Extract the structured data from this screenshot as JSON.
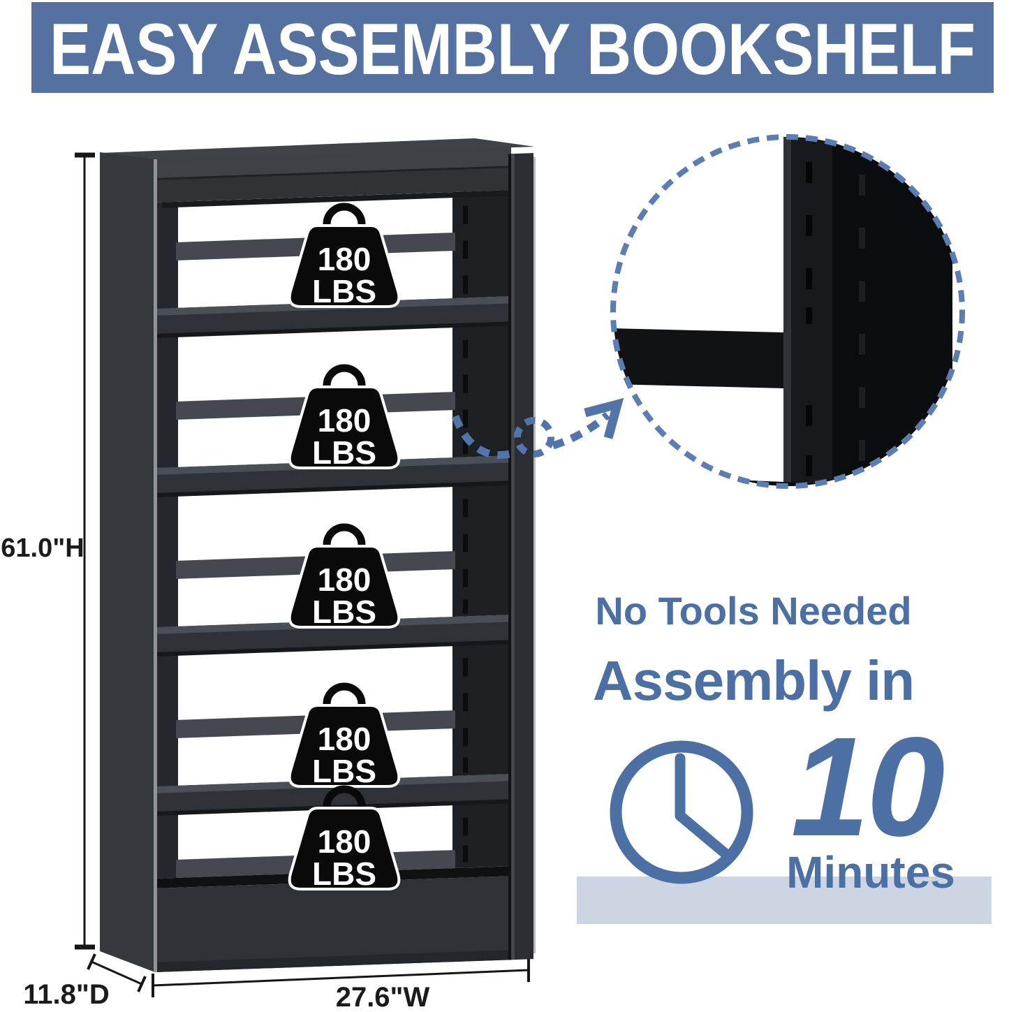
{
  "banner": {
    "title": "EASY ASSEMBLY BOOKSHELF"
  },
  "bookshelf": {
    "shelf_count": 5,
    "load_badge": {
      "value": "180",
      "unit": "LBS"
    }
  },
  "dimensions": {
    "height_label": "61.0\"H",
    "depth_label": "11.8\"D",
    "width_label": "27.6\"W"
  },
  "promo": {
    "headline1": "No Tools Needed",
    "headline2": "Assembly in",
    "duration_value": "10",
    "duration_unit": "Minutes"
  },
  "icons": {
    "weight": "weight-badge-icon",
    "clock": "clock-icon",
    "zoom_callout": "zoom-callout-circle",
    "arrow": "curved-dashed-arrow"
  },
  "colors": {
    "banner_bg": "#54719f",
    "accent_blue": "#4c6fa4",
    "callout_dash_blue": "#5b7db1",
    "band_bg": "#cdd5e2",
    "shelf_black": "#17191d",
    "text_black": "#1b1b1b"
  }
}
